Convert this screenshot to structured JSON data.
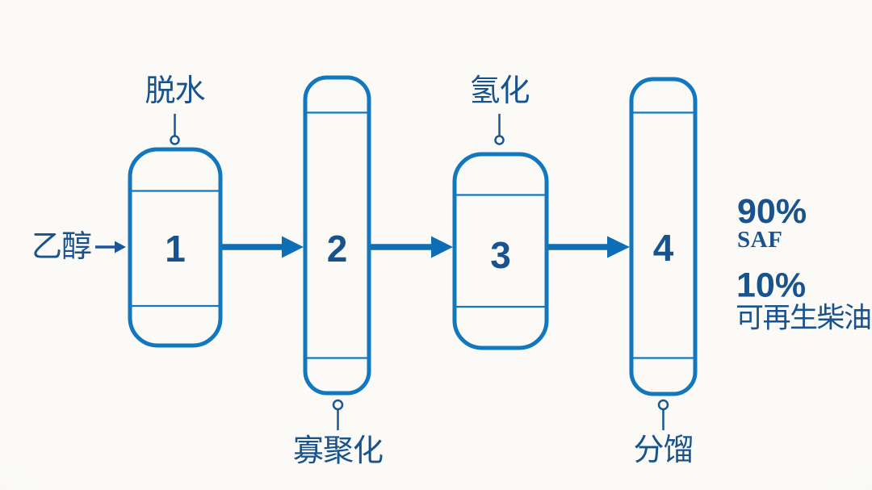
{
  "diagram": {
    "type": "process-flow",
    "colors": {
      "background": "#fbfaf7",
      "vessel_stroke": "#1377be",
      "arrow": "#0d6eb5",
      "text": "#19538e"
    },
    "input": {
      "label": "乙醇"
    },
    "vessels": [
      {
        "number": "1",
        "step_label": "脱水",
        "label_position": "top"
      },
      {
        "number": "2",
        "step_label": "寡聚化",
        "label_position": "bottom"
      },
      {
        "number": "3",
        "step_label": "氢化",
        "label_position": "top"
      },
      {
        "number": "4",
        "step_label": "分馏",
        "label_position": "bottom"
      }
    ],
    "outputs": [
      {
        "percent": "90%",
        "label": "SAF"
      },
      {
        "percent": "10%",
        "label": "可再生柴油"
      }
    ]
  }
}
